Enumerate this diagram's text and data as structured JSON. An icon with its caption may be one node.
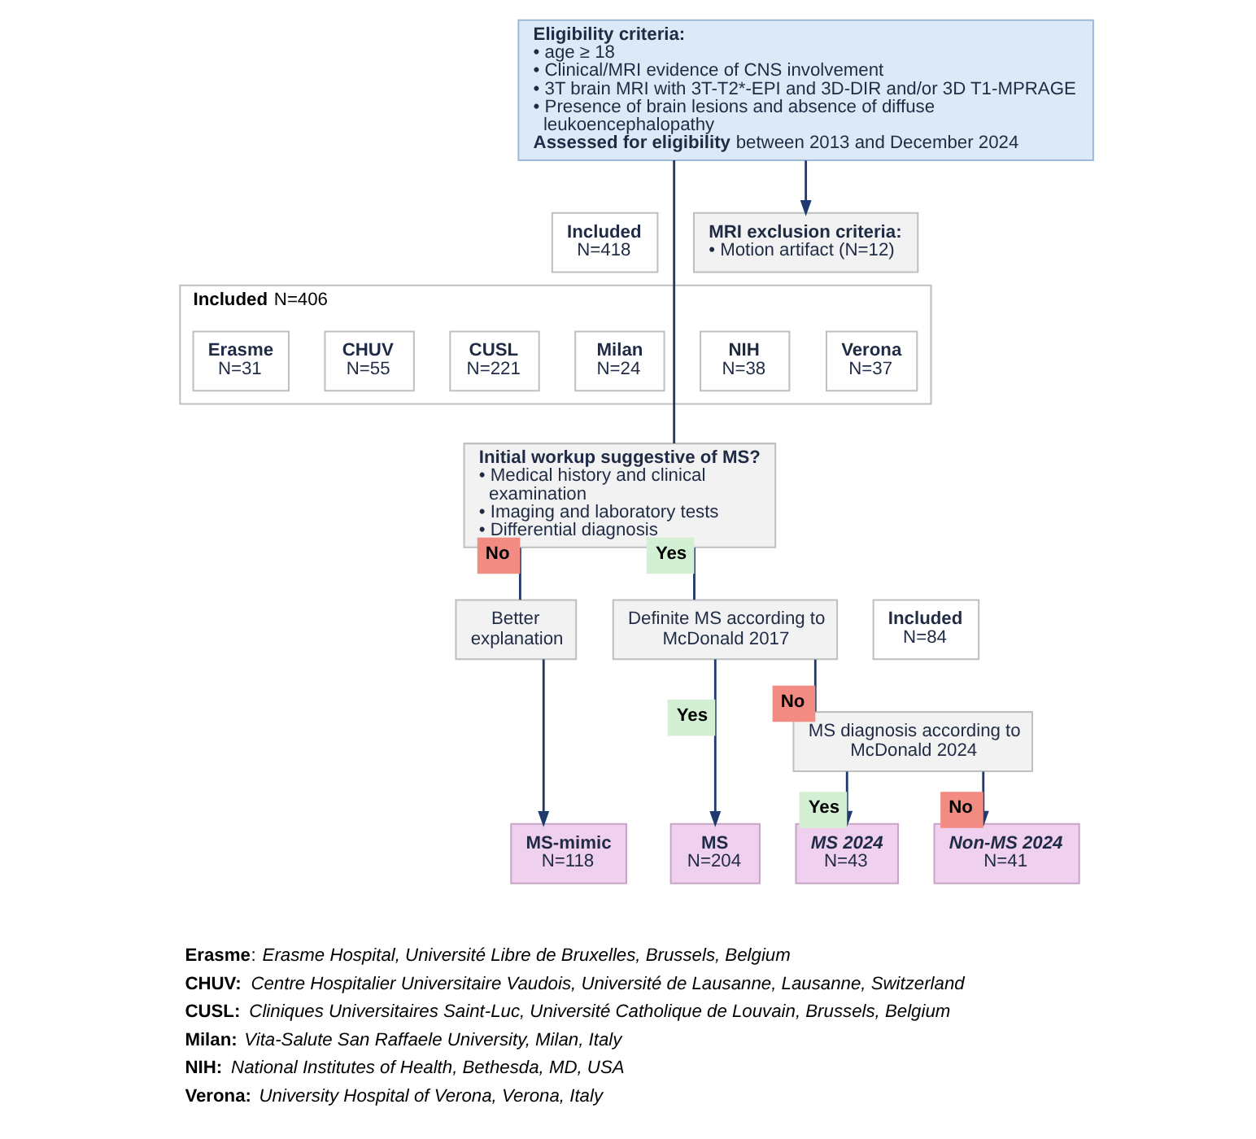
{
  "diagram": {
    "nodes": [
      {
        "text": [
          "Eligibility criteria:",
          "• age ≥ 18",
          "• Clinical/MRI evidence of CNS involvement",
          "• 3T brain MRI with 3T-T2*-EPI and 3D-DIR and/or 3D T1-MPRAGE",
          "• Presence of brain lesions and absence of diffuse leukoencephalopathy",
          "**Assessed for eligibility** between 2013 and December 2024"
        ]
      },
      {
        "text": [
          "Included",
          "N=418"
        ]
      },
      {
        "text": [
          "MRI exclusion criteria:",
          "• Motion artifact (N=12)"
        ]
      },
      {
        "text": [
          "**Included** N=406"
        ]
      },
      {
        "text": [
          "Erasme",
          "N=31"
        ],
        "in": 3
      },
      {
        "text": [
          "CHUV",
          "N=55"
        ],
        "in": 3
      },
      {
        "text": [
          "CUSL",
          "N=221"
        ],
        "in": 3
      },
      {
        "text": [
          "Milan",
          "N=24"
        ],
        "in": 3
      },
      {
        "text": [
          "NIH",
          "N=38"
        ],
        "in": 3
      },
      {
        "text": [
          "Verona",
          "N=37"
        ],
        "in": 3
      },
      {
        "text": [
          "Initial workup suggestive of MS?",
          "• Medical history and clinical examination",
          "• Imaging and laboratory tests",
          "• Differential diagnosis"
        ]
      },
      {
        "text": [
          "Better explanation"
        ]
      },
      {
        "text": [
          "Definite MS according to McDonald 2017"
        ]
      },
      {
        "text": [
          "Included",
          "N=84"
        ]
      },
      {
        "text": [
          "MS diagnosis according to McDonald 2024"
        ]
      },
      {
        "text": [
          "MS-mimic",
          "N=118"
        ]
      },
      {
        "text": [
          "MS",
          "N=204"
        ]
      },
      {
        "text": [
          "MS 2024",
          "N=43"
        ]
      },
      {
        "text": [
          "Non-MS 2024",
          "N=41"
        ]
      }
    ],
    "edges": [
      {
        "from": 0,
        "to": 2,
        "arrow": "to"
      },
      {
        "from": 0,
        "to": 10,
        "arrow": "none"
      },
      {
        "from": 10,
        "to": 11,
        "arrow": "none",
        "label": "No"
      },
      {
        "from": 11,
        "to": 15,
        "arrow": "to"
      },
      {
        "from": 10,
        "to": 12,
        "arrow": "none",
        "label": "Yes"
      },
      {
        "from": 12,
        "to": 16,
        "arrow": "to",
        "label": "Yes"
      },
      {
        "from": 12,
        "to": 14,
        "arrow": "none",
        "label": "No"
      },
      {
        "from": 14,
        "to": 17,
        "arrow": "to",
        "label": "Yes"
      },
      {
        "from": 14,
        "to": 18,
        "arrow": "to",
        "label": "No"
      }
    ],
    "labels": [
      "**Erasme**: *Erasme Hospital, Université Libre de Bruxelles, Brussels, Belgium*",
      "**CHUV:** *Centre Hospitalier Universitaire Vaudois, Université de Lausanne, Lausanne, Switzerland*",
      "**CUSL:** *Cliniques Universitaires Saint-Luc, Université Catholique de Louvain, Brussels, Belgium*",
      "**Milan:** *Vita-Salute San Raffaele University, Milan, Italy*",
      "**NIH:** *National Institutes of Health, Bethesda, MD, USA*",
      "**Verona:** *University Hospital of Verona, Verona, Italy*"
    ]
  }
}
